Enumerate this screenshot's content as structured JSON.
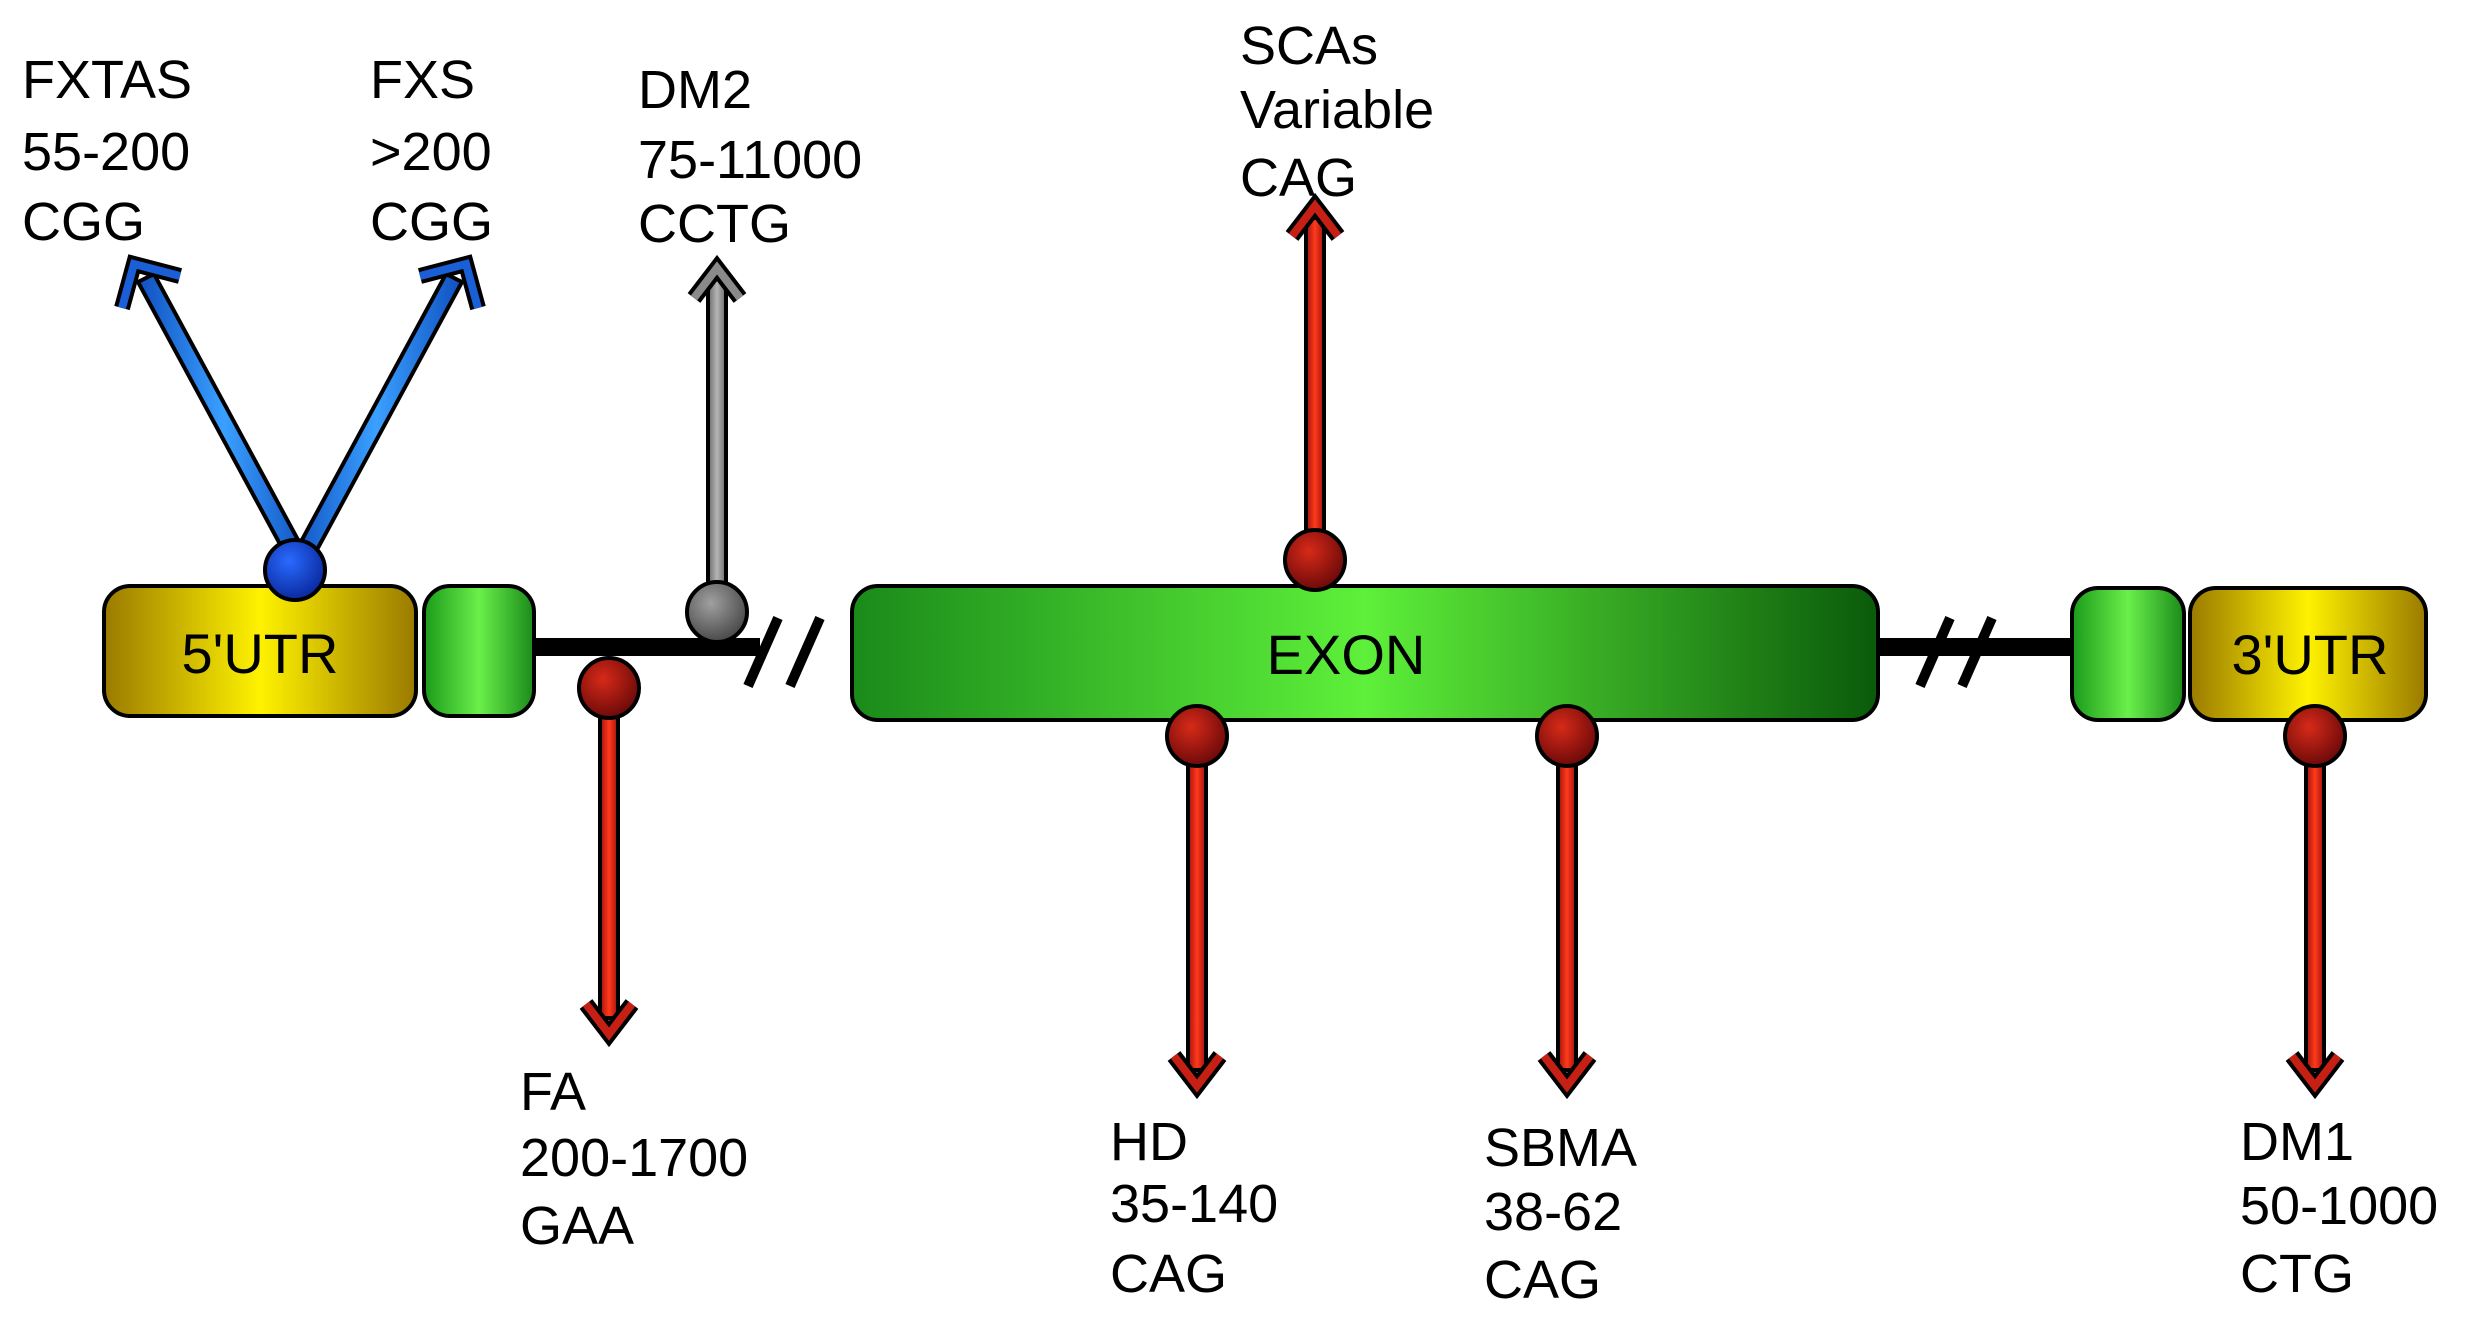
{
  "regions": {
    "utr5": "5'UTR",
    "exon": "EXON",
    "utr3": "3'UTR"
  },
  "diseases": {
    "fxtas": {
      "name": "FXTAS",
      "range": "55-200",
      "repeat": "CGG",
      "color": "#1a5fd6"
    },
    "fxs": {
      "name": "FXS",
      "range": ">200",
      "repeat": "CGG",
      "color": "#1a5fd6"
    },
    "dm2": {
      "name": "DM2",
      "range": "75-11000",
      "repeat": "CCTG",
      "color": "#808080"
    },
    "scas": {
      "name": "SCAs",
      "range": "Variable",
      "repeat": "CAG",
      "color": "#c62015"
    },
    "fa": {
      "name": "FA",
      "range": "200-1700",
      "repeat": "GAA",
      "color": "#c62015"
    },
    "hd": {
      "name": "HD",
      "range": "35-140",
      "repeat": "CAG",
      "color": "#c62015"
    },
    "sbma": {
      "name": "SBMA",
      "range": "38-62",
      "repeat": "CAG",
      "color": "#c62015"
    },
    "dm1": {
      "name": "DM1",
      "range": "50-1000",
      "repeat": "CTG",
      "color": "#c62015"
    }
  }
}
